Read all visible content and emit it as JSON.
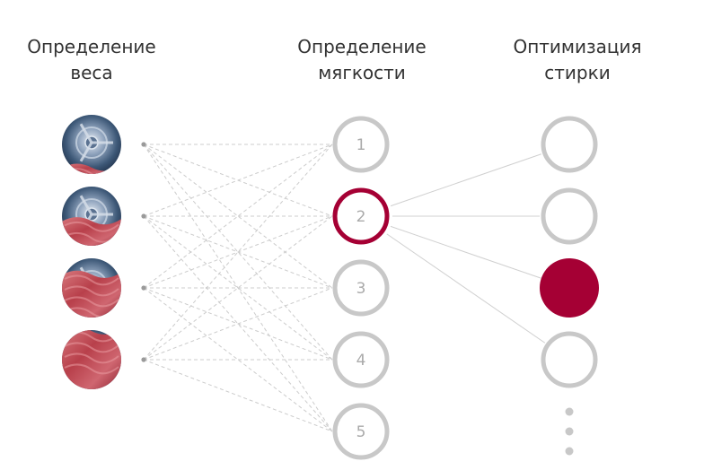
{
  "headers": [
    {
      "line1": "Определение",
      "line2": "веса"
    },
    {
      "line1": "Определение",
      "line2": "мягкости"
    },
    {
      "line1": "Оптимизация",
      "line2": "стирки"
    }
  ],
  "weight_images": [
    {
      "name": "drum-empty-image",
      "fill_level": 0.15
    },
    {
      "name": "drum-half-image",
      "fill_level": 0.45
    },
    {
      "name": "drum-mostly-full-image",
      "fill_level": 0.75
    },
    {
      "name": "drum-full-image",
      "fill_level": 1.0
    }
  ],
  "softness_levels": [
    "1",
    "2",
    "3",
    "4",
    "5"
  ],
  "selected_softness": "2",
  "optimization_nodes": 4,
  "selected_optimization_index": 2,
  "colors": {
    "accent": "#a50034",
    "ring": "#c8c8c8",
    "number": "#aaaaaa",
    "dashed_line": "#cccccc",
    "solid_line": "#d0d0d0",
    "text": "#333333"
  }
}
